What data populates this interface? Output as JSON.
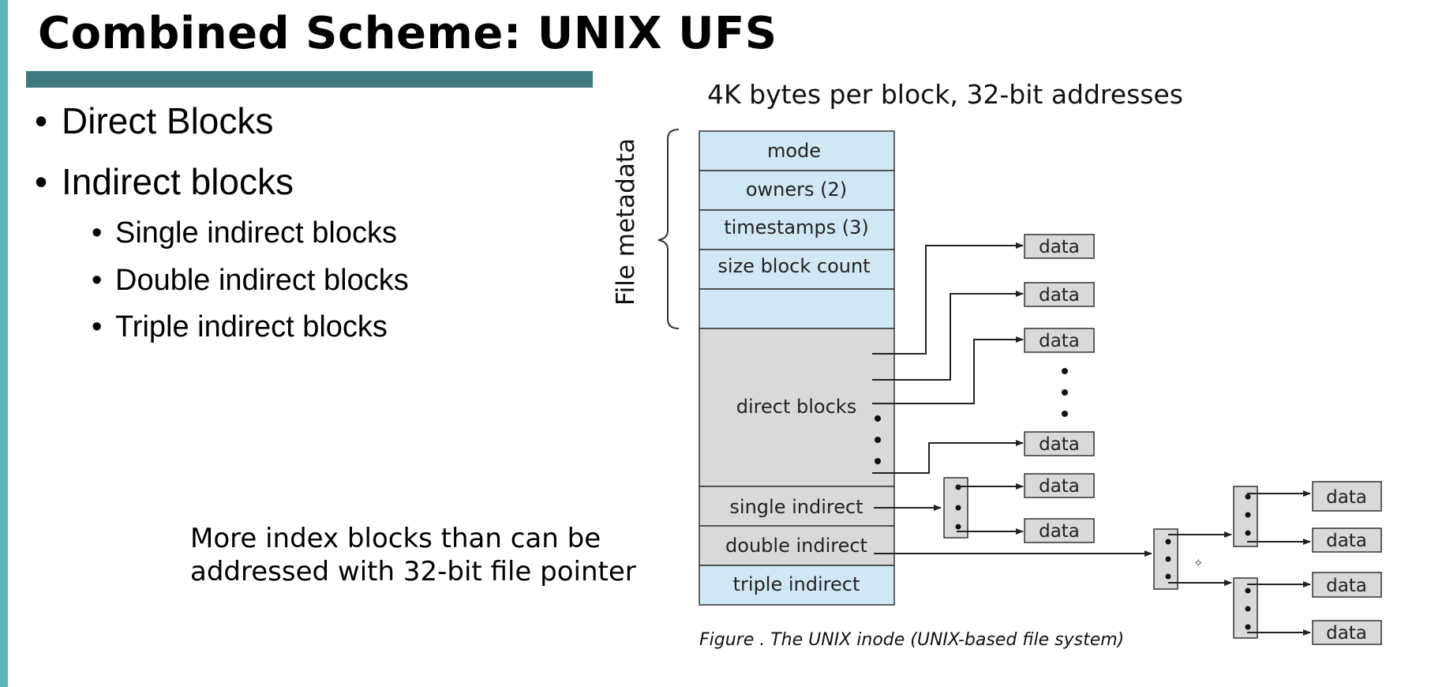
{
  "title": "Combined Scheme: UNIX UFS",
  "bullets": {
    "direct": "Direct Blocks",
    "indirect": "Indirect blocks",
    "sub": [
      "Single indirect blocks",
      "Double indirect blocks",
      "Triple indirect blocks"
    ]
  },
  "note": [
    "More index blocks than can be",
    "addressed with 32-bit file pointer"
  ],
  "figure": {
    "header": "4K bytes per block, 32-bit addresses",
    "metadata_label": "File metadata",
    "inode_fields": {
      "mode": "mode",
      "owners": "owners (2)",
      "timestamps": "timestamps (3)",
      "size": "size block count",
      "direct": "direct blocks",
      "single": "single indirect",
      "double": "double indirect",
      "triple": "triple indirect"
    },
    "data_label": "data",
    "caption": "Figure . The UNIX inode (UNIX-based file system)"
  },
  "colors": {
    "accent_strip": "#5bb8b8",
    "title_bar": "#3e7a7d",
    "metadata_fill": "#cfe8f3",
    "block_fill": "#d9d9d9"
  }
}
